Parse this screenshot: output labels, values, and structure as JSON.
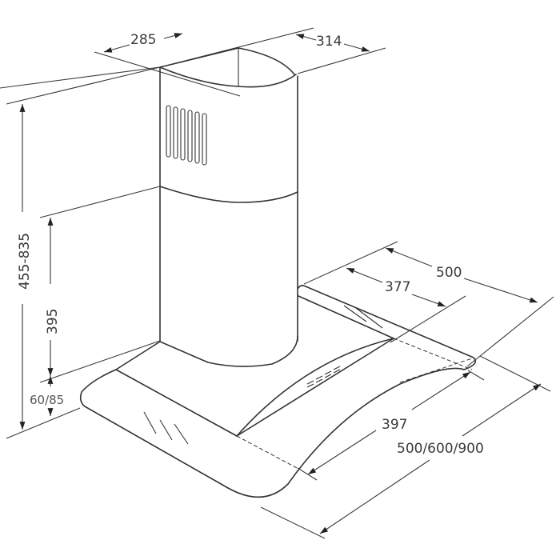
{
  "diagram": {
    "type": "technical-drawing",
    "subject": "chimney cooker hood (isometric dimension drawing)",
    "line_color": "#333333",
    "background": "#ffffff"
  },
  "dimensions": {
    "chimney_width": "285",
    "chimney_depth": "314",
    "total_height": "455-835",
    "chimney_lower_height": "395",
    "canopy_height": "60/85",
    "canopy_depth": "500",
    "glass_depth": "377",
    "glass_width": "397",
    "canopy_width": "500/600/900"
  }
}
